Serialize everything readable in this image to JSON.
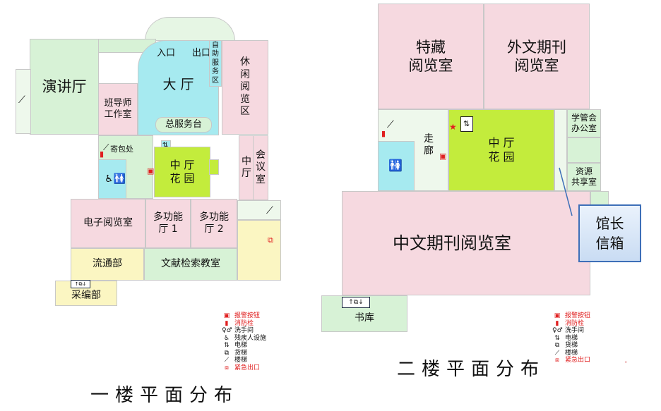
{
  "floor1": {
    "title": "一楼平面分布",
    "rooms": {
      "lecture_hall": "演讲厅",
      "class_advisor_office": "班导师\n工作室",
      "entrance": "入口",
      "exit": "出口",
      "self_service": "自助\n服务\n区",
      "hall": "大 厅",
      "leisure_reading": "休\n闲\n阅\n览\n区",
      "service_desk": "总服务台",
      "storage": "寄包处",
      "courtyard": "中  厅\n花  园",
      "meeting_room": "会\n议\n室",
      "middle_hall": "中\n厅",
      "e_reading": "电子阅览室",
      "multi_hall_1": "多功能\n厅 1",
      "multi_hall_2": "多功能\n厅 2",
      "circulation": "流通部",
      "literature_search": "文献检索教室",
      "acquisition": "采编部"
    }
  },
  "floor2": {
    "title": "二楼平面分布",
    "rooms": {
      "special_collection": "特藏\n阅览室",
      "foreign_periodicals": "外文期刊\n阅览室",
      "corridor": "走\n廊",
      "courtyard": "中  厅\n花  园",
      "academic_office": "学管会\n办公室",
      "resource_share": "资源\n共享室",
      "chinese_periodicals": "中文期刊阅览室",
      "book_store": "书库"
    },
    "mailbox": "馆长\n信箱"
  },
  "legend": {
    "items": [
      {
        "label": "报警按钮",
        "icon": "alarm-button-icon",
        "red": true
      },
      {
        "label": "消防栓",
        "icon": "fire-hydrant-icon",
        "red": true
      },
      {
        "label": "洗手间",
        "icon": "restroom-icon",
        "red": false
      },
      {
        "label": "残疾人设施",
        "icon": "accessibility-icon",
        "red": false
      },
      {
        "label": "电梯",
        "icon": "elevator-icon",
        "red": false
      },
      {
        "label": "货梯",
        "icon": "freight-elevator-icon",
        "red": false
      },
      {
        "label": "楼梯",
        "icon": "stairs-icon",
        "red": false
      },
      {
        "label": "紧急出口",
        "icon": "emergency-exit-icon",
        "red": true
      }
    ]
  },
  "colors": {
    "reading": "#f6d9e0",
    "service": "#d7f2d6",
    "lobby": "#a6eaf0",
    "garden": "#c3ec3c",
    "office": "#fbf6c2",
    "mailbox_border": "#3d6fb8"
  }
}
